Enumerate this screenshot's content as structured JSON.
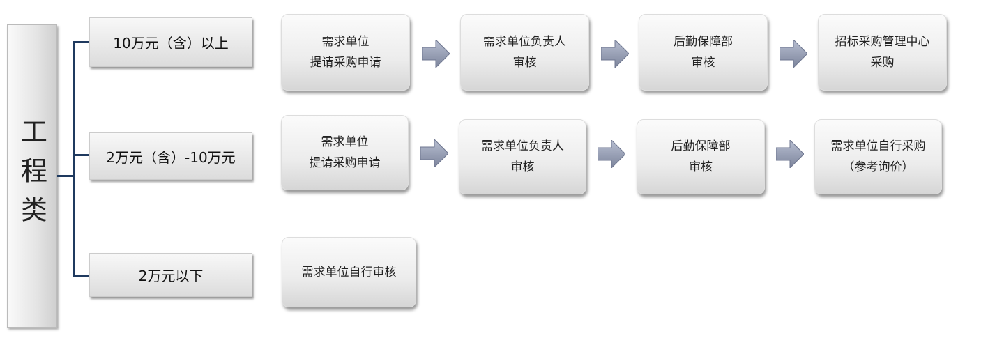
{
  "category": "工程类",
  "rows": [
    {
      "range": "10万元（含）以上",
      "steps": [
        "需求单位\n提请采购申请",
        "需求单位负责人\n审核",
        "后勤保障部\n审核",
        "招标采购管理中心\n采购"
      ]
    },
    {
      "range": "2万元（含）-10万元",
      "steps": [
        "需求单位\n提请采购申请",
        "需求单位负责人\n审核",
        "后勤保障部\n审核",
        "需求单位自行采购\n（参考询价）"
      ]
    },
    {
      "range": "2万元以下",
      "steps": [
        "需求单位自行审核"
      ]
    }
  ],
  "colors": {
    "connector": "#1f3a5f",
    "arrow": "#8e96ad"
  }
}
